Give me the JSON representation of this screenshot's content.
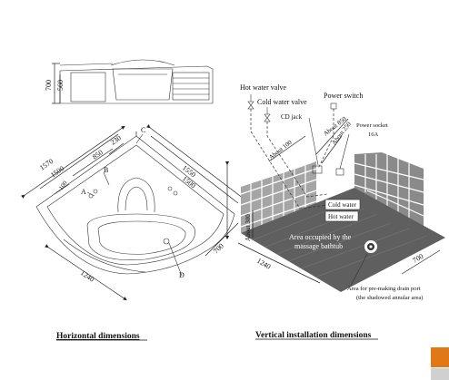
{
  "left_drawing": {
    "caption": "Horizontal dimensions",
    "side_view": {
      "dim_700": "700",
      "dim_560": "560"
    },
    "top_view": {
      "dim_1570": "1570",
      "dim_1500": "1500",
      "dim_850": "850",
      "dim_230": "230",
      "dim_100": "100",
      "dim_1550": "1550",
      "dim_1500b": "1500",
      "dim_1690": "1690",
      "dim_700": "700",
      "dim_1240": "1240",
      "label_a": "A",
      "label_b": "B",
      "label_c": "C",
      "label_d": "D"
    }
  },
  "right_drawing": {
    "caption": "Vertical installation dimensions",
    "hot_water_valve": "Hot water valve",
    "cold_water_valve": "Cold water valve",
    "power_switch": "Power switch",
    "cd_jack": "CD jack",
    "about_850": "About 850",
    "about_250": "About 250",
    "about_100": "About 100",
    "power_socket": "Power socket",
    "power_socket_rating": "16A",
    "cold_water": "Cold water",
    "hot_water": "Hot water",
    "about_300": "About 300",
    "area_line1": "Area occupied by the",
    "area_line2": "massage bathtub",
    "dim_1240": "1240",
    "dim_700": "700",
    "drain_line1": "Area for pre-making drain port",
    "drain_line2": "(the shadowed annular area)"
  },
  "colors": {
    "tile": "#8a8a8a",
    "floor": "#5f5f5f",
    "accent": "#e07818"
  }
}
